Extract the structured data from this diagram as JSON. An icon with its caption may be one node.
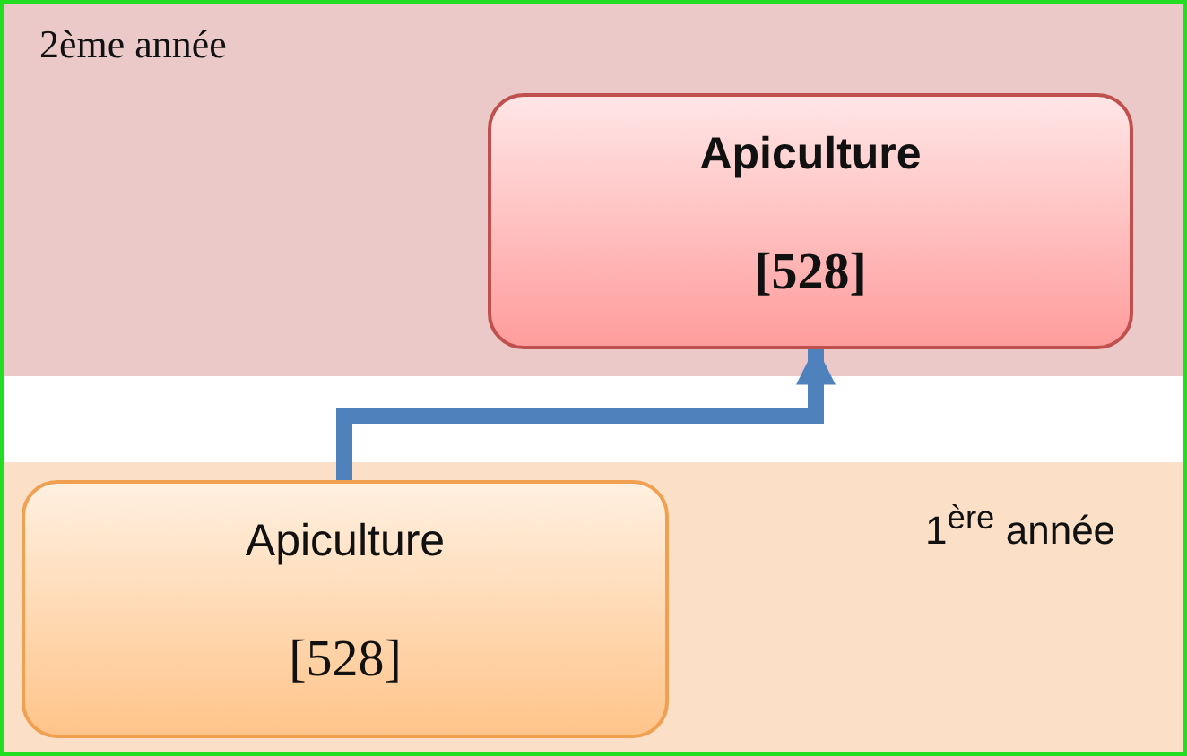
{
  "diagram": {
    "nodes": [
      {
        "text": [
          "2ème année"
        ]
      },
      {
        "text": [
          "Apiculture",
          "[528]"
        ],
        "in": 0
      },
      {
        "text": [
          "1$^{ère}$ année"
        ]
      },
      {
        "text": [
          "Apiculture",
          "[528]"
        ],
        "in": 2
      }
    ],
    "edges": [
      {
        "from": 3,
        "to": 1,
        "arrow": "to"
      }
    ]
  }
}
